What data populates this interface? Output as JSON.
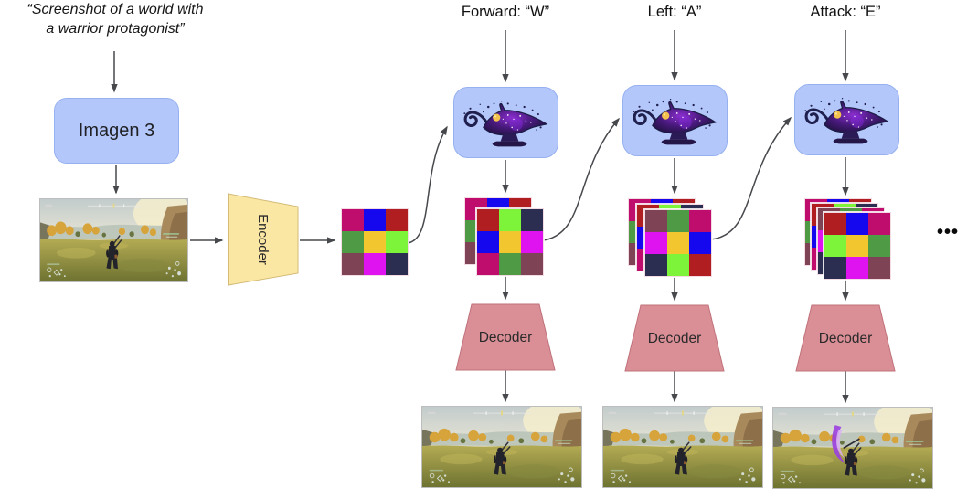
{
  "diagram": {
    "prompt_line1": "“Screenshot of a world with",
    "prompt_line2": "a warrior protagonist”",
    "generator_label": "Imagen 3",
    "encoder_label": "Encoder",
    "decoder_label": "Decoder",
    "steps": [
      {
        "action_label": "Forward: “W”"
      },
      {
        "action_label": "Left: “A”"
      },
      {
        "action_label": "Attack: “E”"
      }
    ],
    "ellipsis": "•••",
    "colors": {
      "model_box_fill": "#b3c7fa",
      "model_box_border": "#96b0f0",
      "encoder_fill": "#fbe7a4",
      "encoder_border": "#d2bb76",
      "decoder_fill": "#da8f97",
      "decoder_border": "#bf717a",
      "arrow": "#46484c"
    }
  },
  "latents": {
    "grids": {
      "initial": [
        "#bf0d6e",
        "#1507ee",
        "#b01e22",
        "#4f9a44",
        "#f2c62e",
        "#7df43a",
        "#7e4456",
        "#df13ef",
        "#2b2d51"
      ],
      "step1": [
        "#b01e22",
        "#7df43a",
        "#2b2d51",
        "#1507ee",
        "#f2c62e",
        "#df13ef",
        "#bf0d6e",
        "#4f9a44",
        "#7e4456"
      ],
      "step2": [
        "#7e4456",
        "#4f9a44",
        "#bf0d6e",
        "#df13ef",
        "#f2c62e",
        "#1507ee",
        "#2b2d51",
        "#7df43a",
        "#b01e22"
      ],
      "step3": [
        "#b01e22",
        "#1507ee",
        "#bf0d6e",
        "#7df43a",
        "#f2c62e",
        "#4f9a44",
        "#2b2d51",
        "#df13ef",
        "#7e4456"
      ]
    },
    "stacks": {
      "stack1": [
        "initial",
        "step1"
      ],
      "stack2": [
        "initial",
        "step1",
        "step2"
      ],
      "stack3": [
        "initial",
        "step1",
        "step2",
        "step3"
      ]
    }
  }
}
